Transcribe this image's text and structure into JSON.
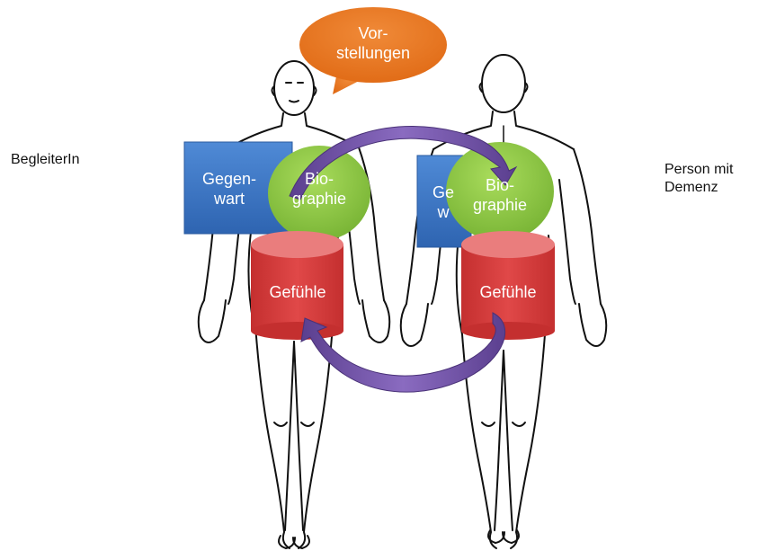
{
  "labels": {
    "left_person": "BegleiterIn",
    "right_person": "Person mit Demenz"
  },
  "bubble": {
    "text": "Vor-\nstellungen",
    "line1": "Vor-",
    "line2": "stellungen"
  },
  "left": {
    "present": {
      "line1": "Gegen-",
      "line2": "wart"
    },
    "biography": {
      "line1": "Bio-",
      "line2": "graphie"
    },
    "feelings": "Gefühle"
  },
  "right": {
    "present": {
      "line1": "Ge",
      "line2": "w"
    },
    "biography": {
      "line1": "Bio-",
      "line2": "graphie"
    },
    "feelings": "Gefühle"
  },
  "colors": {
    "bubble": "#e8731c",
    "present_box": "#3a76c8",
    "biography_circle": "#8cc63e",
    "feelings_cylinder": "#d23a3a",
    "arrow": "#6a4c9c"
  }
}
